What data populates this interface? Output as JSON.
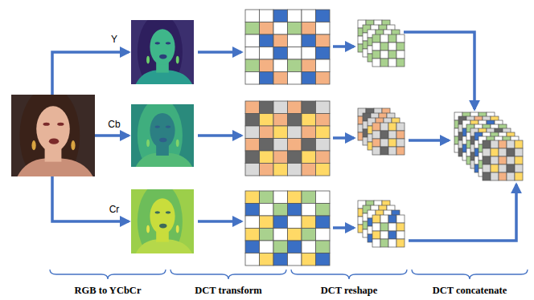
{
  "diagram": {
    "labels": [
      "Y",
      "Cb",
      "Cr",
      "RGB to YCbCr",
      "DCT transform",
      "DCT reshape",
      "DCT concatenate"
    ]
  }
}
